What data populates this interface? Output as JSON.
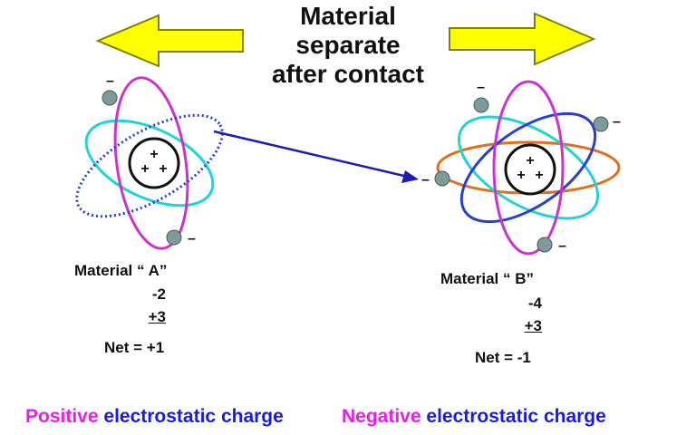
{
  "title_lines": [
    "Material",
    "separate",
    "after contact"
  ],
  "material_a": {
    "name": "Material “ A”",
    "negative": "-2",
    "positive": "+3",
    "net": "Net = +1",
    "nucleus_charges": [
      "+",
      "+",
      "+"
    ],
    "electron_sign": "–"
  },
  "material_b": {
    "name": "Material “ B”",
    "negative": "-4",
    "positive": "+3",
    "net": "Net = -1",
    "nucleus_charges": [
      "+",
      "+",
      "+"
    ],
    "electron_sign": "–"
  },
  "legend": {
    "positive_word": "Positive",
    "positive_rest": "electrostatic charge",
    "negative_word": "Negative",
    "negative_rest": "electrostatic charge"
  },
  "colors": {
    "arrow_fill": "#ffff00",
    "arrow_stroke": "#808000",
    "orbit_cyan": "#22d3d3",
    "orbit_magenta": "#cc33cc",
    "orbit_blue": "#2a3fd0",
    "orbit_orange": "#e07020",
    "transfer_arrow": "#1c1cb0",
    "electron": "#7f9a9a"
  }
}
